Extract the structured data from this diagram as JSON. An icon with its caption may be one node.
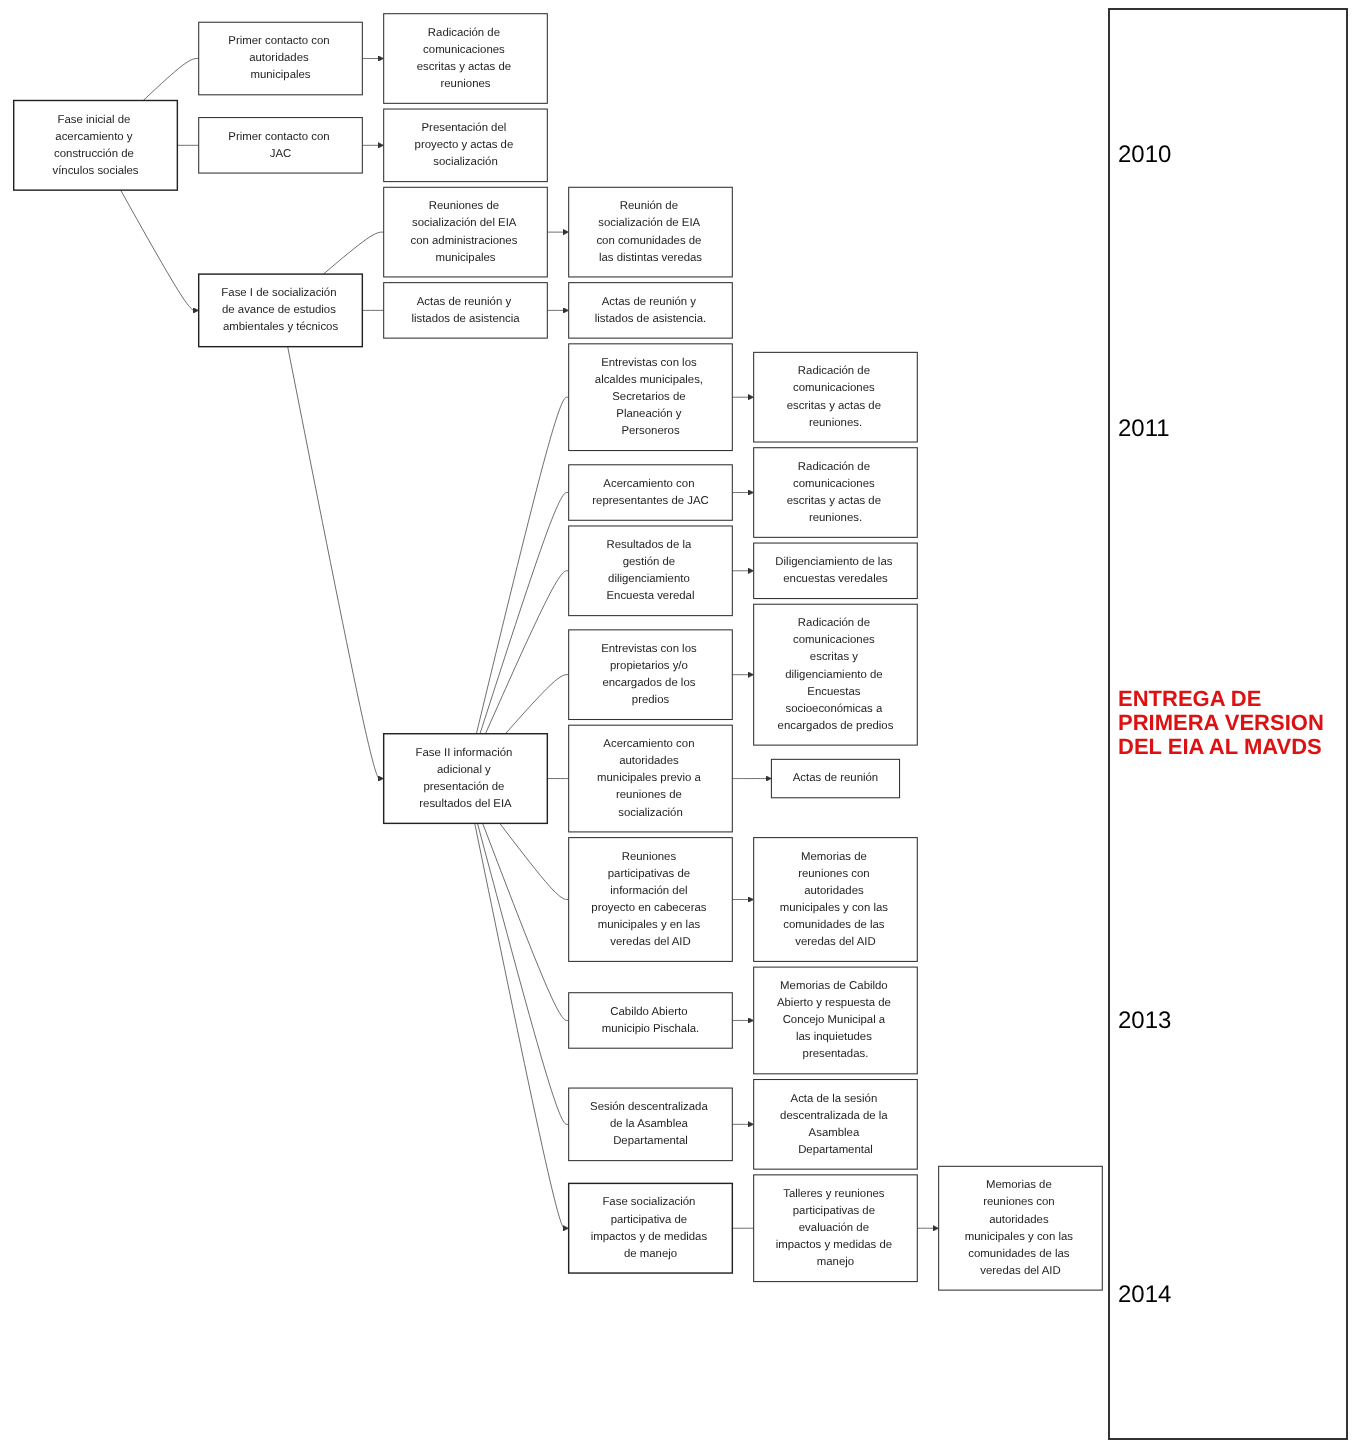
{
  "diagram": {
    "nodes": [
      {
        "text": [
          "Fase inicial de acercamiento y construcción de vínculos sociales"
        ]
      },
      {
        "text": [
          "Primer contacto con autoridades municipales"
        ]
      },
      {
        "text": [
          "Radicación de comunicaciones escritas y actas de reuniones"
        ]
      },
      {
        "text": [
          "Primer contacto con JAC"
        ]
      },
      {
        "text": [
          "Presentación del proyecto y actas de socialización"
        ]
      },
      {
        "text": [
          "Fase I de socialización de avance de estudios ambientales y técnicos"
        ]
      },
      {
        "text": [
          "Reuniones de socialización del EIA con administraciones municipales"
        ]
      },
      {
        "text": [
          "Reunión de socialización de EIA con comunidades de las distintas veredas"
        ]
      },
      {
        "text": [
          "Actas de reunión y listados de asistencia"
        ]
      },
      {
        "text": [
          "Actas de reunión y listados de asistencia."
        ]
      },
      {
        "text": [
          "Fase II información adicional y presentación de resultados del EIA"
        ]
      },
      {
        "text": [
          "Entrevistas con los alcaldes municipales, Secretarios de Planeación y Personeros"
        ]
      },
      {
        "text": [
          "Radicación de comunicaciones escritas y actas de reuniones."
        ]
      },
      {
        "text": [
          "Acercamiento con representantes de JAC"
        ]
      },
      {
        "text": [
          "Radicación de comunicaciones escritas y actas de reuniones."
        ]
      },
      {
        "text": [
          "Resultados de la gestión de diligenciamiento Encuesta veredal"
        ]
      },
      {
        "text": [
          "Diligenciamiento de las encuestas veredales"
        ]
      },
      {
        "text": [
          "Entrevistas con los propietarios y/o encargados de los predios"
        ]
      },
      {
        "text": [
          "Radicación de comunicaciones escritas y diligenciamiento de Encuestas socioeconómicas a encargados de predios"
        ]
      },
      {
        "text": [
          "Acercamiento con autoridades municipales previo a reuniones de socialización"
        ]
      },
      {
        "text": [
          "Actas de reunión"
        ]
      },
      {
        "text": [
          "Reuniones participativas de información del proyecto en cabeceras municipales y en las veredas del AID"
        ]
      },
      {
        "text": [
          "Memorias de reuniones con autoridades municipales y con las comunidades de las veredas del AID"
        ]
      },
      {
        "text": [
          "Cabildo Abierto municipio Pischala."
        ]
      },
      {
        "text": [
          "Memorias de Cabildo Abierto y respuesta de Concejo Municipal a las inquietudes presentadas."
        ]
      },
      {
        "text": [
          "Sesión descentralizada de la Asamblea Departamental"
        ]
      },
      {
        "text": [
          "Acta de la sesión descentralizada de la Asamblea Departamental"
        ]
      },
      {
        "text": [
          "Fase socialización participativa de impactos y de medidas de manejo"
        ]
      },
      {
        "text": [
          "Talleres y reuniones participativas de evaluación de impactos y medidas de manejo"
        ]
      },
      {
        "text": [
          "Memorias de reuniones con autoridades municipales y con las comunidades de las veredas del AID"
        ]
      }
    ],
    "edges": [
      {
        "from": 0,
        "to": 1,
        "arrow": "none"
      },
      {
        "from": 0,
        "to": 3,
        "arrow": "none"
      },
      {
        "from": 1,
        "to": 2,
        "arrow": "to"
      },
      {
        "from": 3,
        "to": 4,
        "arrow": "to"
      },
      {
        "from": 0,
        "to": 5,
        "arrow": "to"
      },
      {
        "from": 5,
        "to": 6,
        "arrow": "none"
      },
      {
        "from": 5,
        "to": 8,
        "arrow": "none"
      },
      {
        "from": 6,
        "to": 7,
        "arrow": "to"
      },
      {
        "from": 8,
        "to": 9,
        "arrow": "to"
      },
      {
        "from": 5,
        "to": 10,
        "arrow": "to"
      },
      {
        "from": 10,
        "to": 11,
        "arrow": "none"
      },
      {
        "from": 10,
        "to": 13,
        "arrow": "none"
      },
      {
        "from": 10,
        "to": 15,
        "arrow": "none"
      },
      {
        "from": 10,
        "to": 17,
        "arrow": "none"
      },
      {
        "from": 10,
        "to": 19,
        "arrow": "none"
      },
      {
        "from": 10,
        "to": 21,
        "arrow": "none"
      },
      {
        "from": 10,
        "to": 23,
        "arrow": "none"
      },
      {
        "from": 10,
        "to": 25,
        "arrow": "none"
      },
      {
        "from": 11,
        "to": 12,
        "arrow": "to"
      },
      {
        "from": 13,
        "to": 14,
        "arrow": "to"
      },
      {
        "from": 15,
        "to": 16,
        "arrow": "to"
      },
      {
        "from": 17,
        "to": 18,
        "arrow": "to"
      },
      {
        "from": 19,
        "to": 20,
        "arrow": "to"
      },
      {
        "from": 21,
        "to": 22,
        "arrow": "to"
      },
      {
        "from": 23,
        "to": 24,
        "arrow": "to"
      },
      {
        "from": 25,
        "to": 26,
        "arrow": "to"
      },
      {
        "from": 10,
        "to": 27,
        "arrow": "to"
      },
      {
        "from": 27,
        "to": 28,
        "arrow": "none"
      },
      {
        "from": 28,
        "to": 29,
        "arrow": "to"
      }
    ],
    "labels": [
      "2010",
      "2011",
      "ENTREGA DE PRIMERA VERSION DEL EIA AL MAVDS",
      "2013",
      "2014"
    ]
  }
}
